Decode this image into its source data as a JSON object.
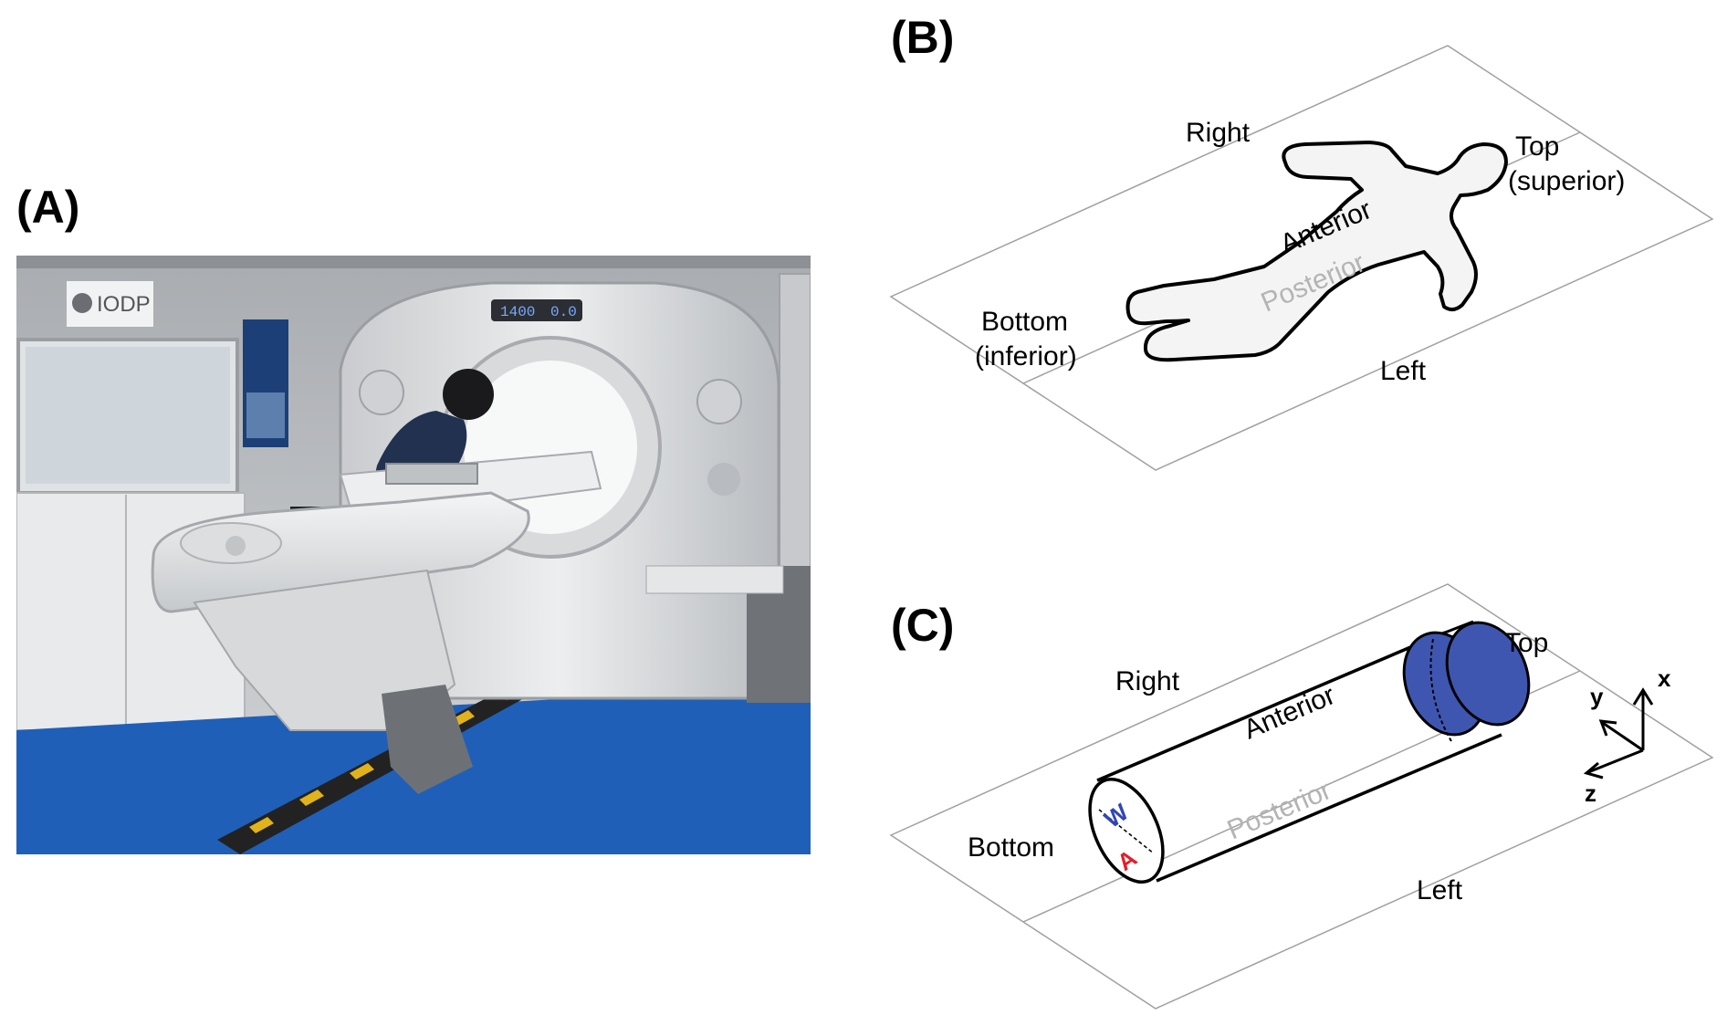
{
  "panel_a": {
    "label": "(A)",
    "sign_text": "IODP",
    "display_left": "1400",
    "display_right": "0.0"
  },
  "panel_b": {
    "label": "(B)",
    "right": "Right",
    "top": "Top",
    "top_sub": "(superior)",
    "anterior": "Anterior",
    "posterior": "Posterior",
    "bottom": "Bottom",
    "bottom_sub": "(inferior)",
    "left": "Left"
  },
  "panel_c": {
    "label": "(C)",
    "top": "Top",
    "right": "Right",
    "anterior": "Anterior",
    "posterior": "Posterior",
    "bottom": "Bottom",
    "left": "Left",
    "mark_w": "W",
    "mark_a": "A",
    "axis_x": "x",
    "axis_y": "y",
    "axis_z": "z"
  },
  "colors": {
    "core_top": "#3f56b0",
    "mark_w": "#3046b8",
    "mark_a": "#e0202a",
    "floor_blue": "#1f5fb8",
    "gray_text": "#b4b4b4"
  }
}
